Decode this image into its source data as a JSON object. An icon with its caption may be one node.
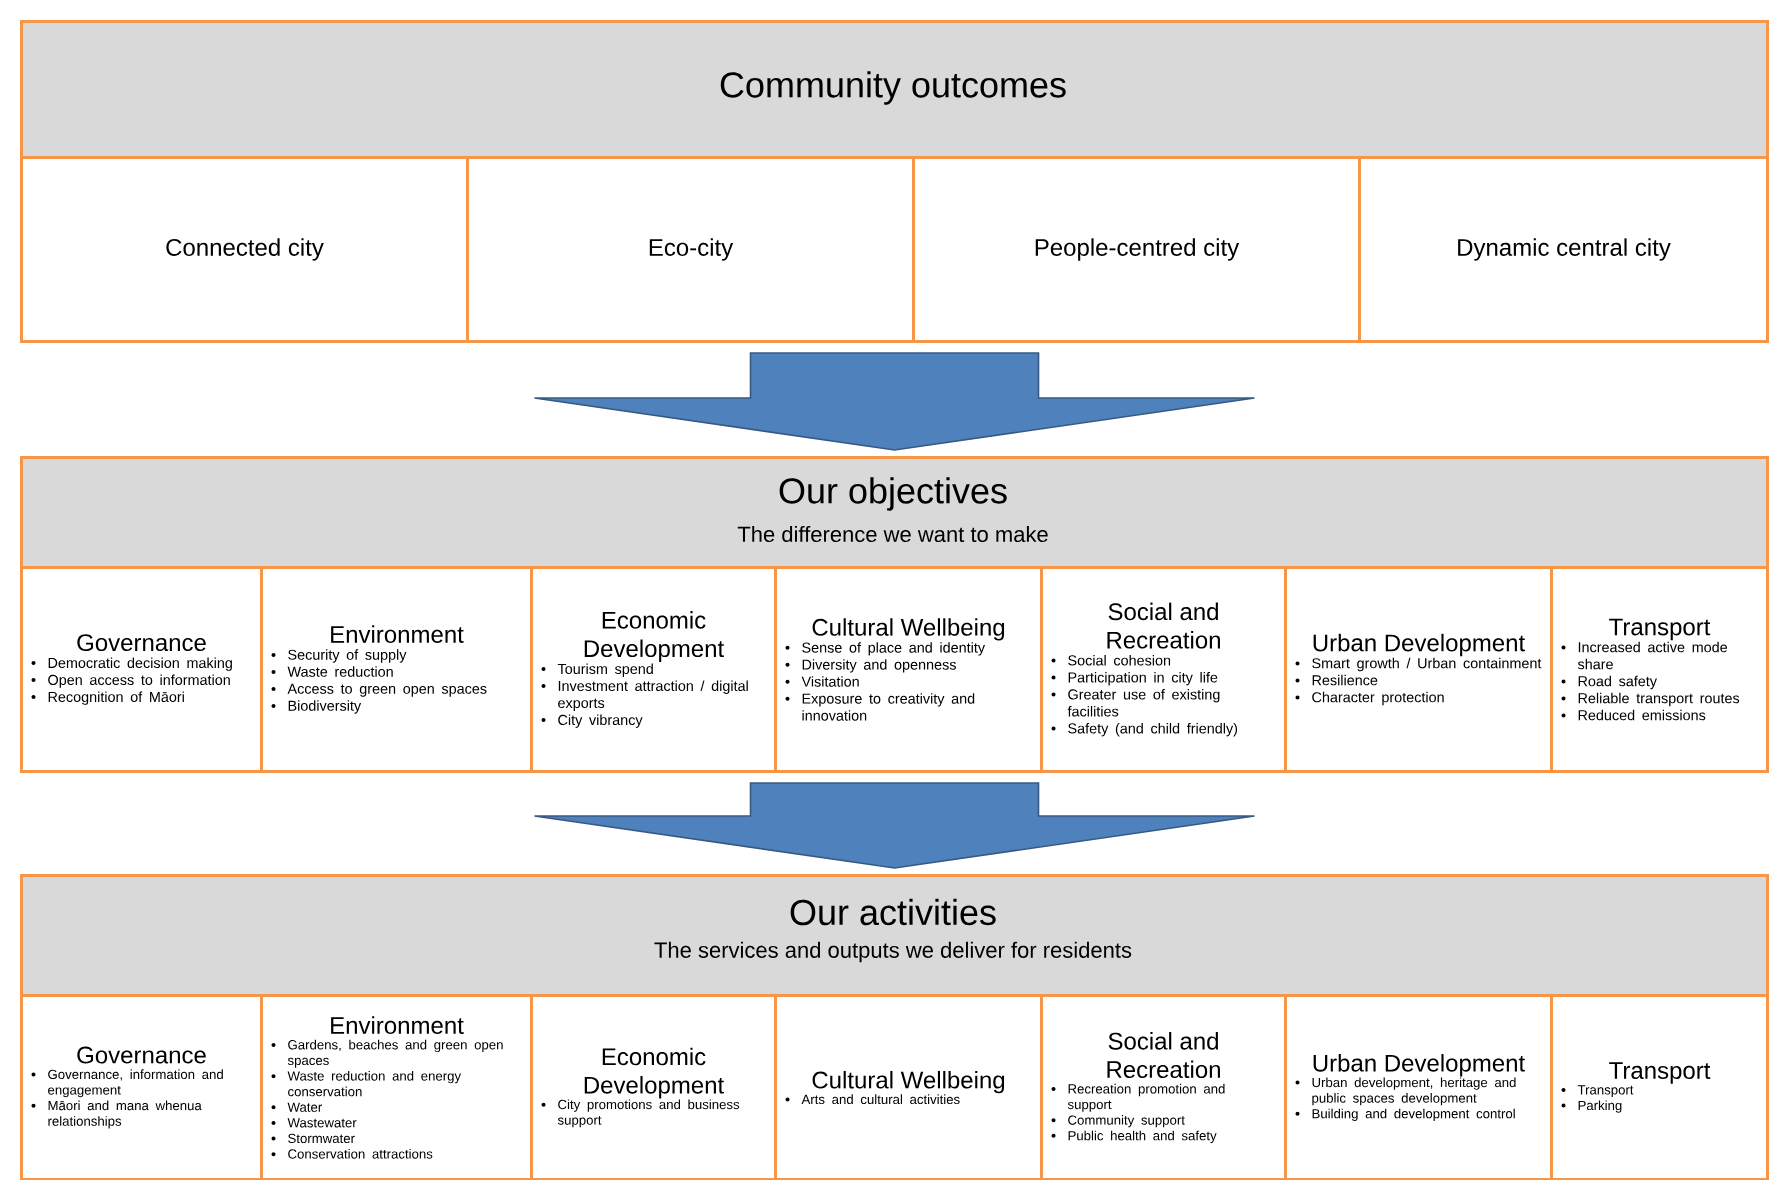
{
  "diagram": {
    "nodes": [
      {
        "text": [
          "Community outcomes"
        ]
      },
      {
        "text": [
          "Connected city"
        ],
        "in": 0
      },
      {
        "text": [
          "Eco-city"
        ],
        "in": 0
      },
      {
        "text": [
          "People-centred city"
        ],
        "in": 0
      },
      {
        "text": [
          "Dynamic central city"
        ],
        "in": 0
      },
      {
        "text": [
          "Our objectives",
          "The difference we want to make"
        ]
      },
      {
        "text": [
          "Governance",
          "Democratic decision making",
          "Open access to information",
          "Recognition of Māori"
        ],
        "in": 5
      },
      {
        "text": [
          "Environment",
          "Security of supply",
          "Waste reduction",
          "Access to green open spaces",
          "Biodiversity"
        ],
        "in": 5
      },
      {
        "text": [
          "Economic Development",
          "Tourism spend",
          "Investment attraction / digital exports",
          "City vibrancy"
        ],
        "in": 5
      },
      {
        "text": [
          "Cultural Wellbeing",
          "Sense of place and identity",
          "Diversity and openness",
          "Visitation",
          "Exposure to creativity and innovation"
        ],
        "in": 5
      },
      {
        "text": [
          "Social and Recreation",
          "Social cohesion",
          "Participation in city life",
          "Greater use of existing facilities",
          "Safety (and child friendly)"
        ],
        "in": 5
      },
      {
        "text": [
          "Urban Development",
          "Smart growth / Urban containment",
          "Resilience",
          "Character protection"
        ],
        "in": 5
      },
      {
        "text": [
          "Transport",
          "Increased active mode share",
          "Road safety",
          "Reliable transport routes",
          "Reduced emissions"
        ],
        "in": 5
      },
      {
        "text": [
          "Our activities",
          "The services and outputs we deliver for residents"
        ]
      },
      {
        "text": [
          "Governance",
          "Governance, information and engagement",
          "Māori and mana whenua relationships"
        ],
        "in": 13
      },
      {
        "text": [
          "Environment",
          "Gardens, beaches and green open spaces",
          "Waste reduction and energy conservation",
          "Water",
          "Wastewater",
          "Stormwater",
          "Conservation attractions"
        ],
        "in": 13
      },
      {
        "text": [
          "Economic Development",
          "City promotions and business support"
        ],
        "in": 13
      },
      {
        "text": [
          "Cultural Wellbeing",
          "Arts and cultural activities"
        ],
        "in": 13
      },
      {
        "text": [
          "Social and Recreation",
          "Recreation promotion and support",
          "Community support",
          "Public health and safety"
        ],
        "in": 13
      },
      {
        "text": [
          "Urban Development",
          "Urban development, heritage and public spaces development",
          "Building and development control"
        ],
        "in": 13
      },
      {
        "text": [
          "Transport",
          "Transport",
          "Parking"
        ],
        "in": 13
      }
    ],
    "edges": [
      {
        "from": 0,
        "to": 5,
        "arrow": "to"
      },
      {
        "from": 5,
        "to": 13,
        "arrow": "to"
      }
    ]
  }
}
